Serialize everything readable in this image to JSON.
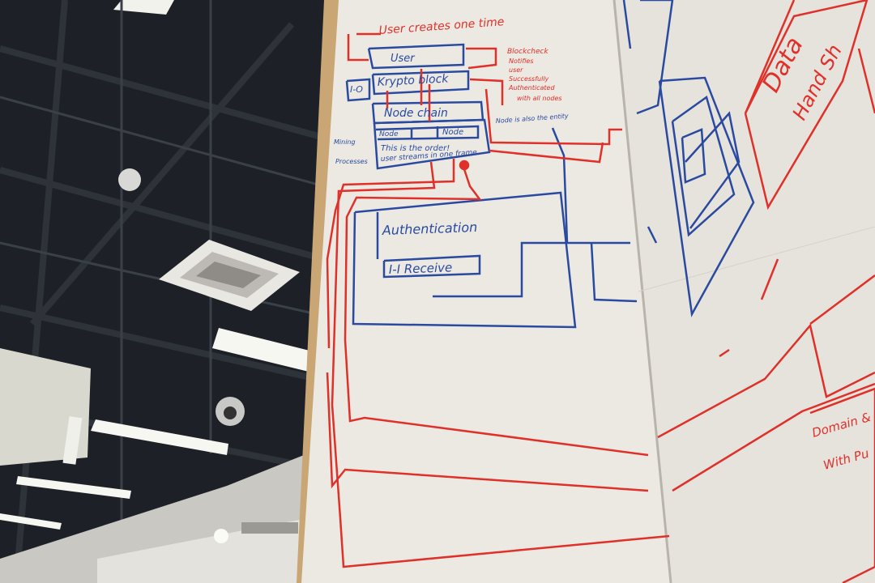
{
  "scene": {
    "colors": {
      "ceiling": "#1d2127",
      "board": "#ece9e2",
      "board_right": "#e6e3dc",
      "marker_red": "#e0302a",
      "marker_blue": "#2a4aa0",
      "frame": "#c9a673"
    }
  },
  "whiteboard": {
    "top_note": "User creates one time",
    "user_box": "User",
    "krypto_box": "Krypto block",
    "io_label": "I-O",
    "node_chain": "Node chain",
    "node_a": "Node",
    "node_b": "Node",
    "note_right": "Node is also the entity",
    "stream_line_1": "This is the order!",
    "stream_line_2": "user streams in one frame",
    "left_note_1": "Mining",
    "left_note_2": "Processes",
    "blockchain_note_1": "Blockcheck",
    "blockchain_note_2": "Notifies",
    "blockchain_note_3": "user",
    "blockchain_note_4": "Successfully",
    "blockchain_note_5": "Authenticated",
    "blockchain_note_6": "with all nodes",
    "authentication": "Authentication",
    "receive": "I-I Receive"
  },
  "right_board": {
    "data_title": "Data",
    "data_subtitle": "Hand Sh",
    "box_label": "Domain & S",
    "box_sub": "With Pu"
  }
}
